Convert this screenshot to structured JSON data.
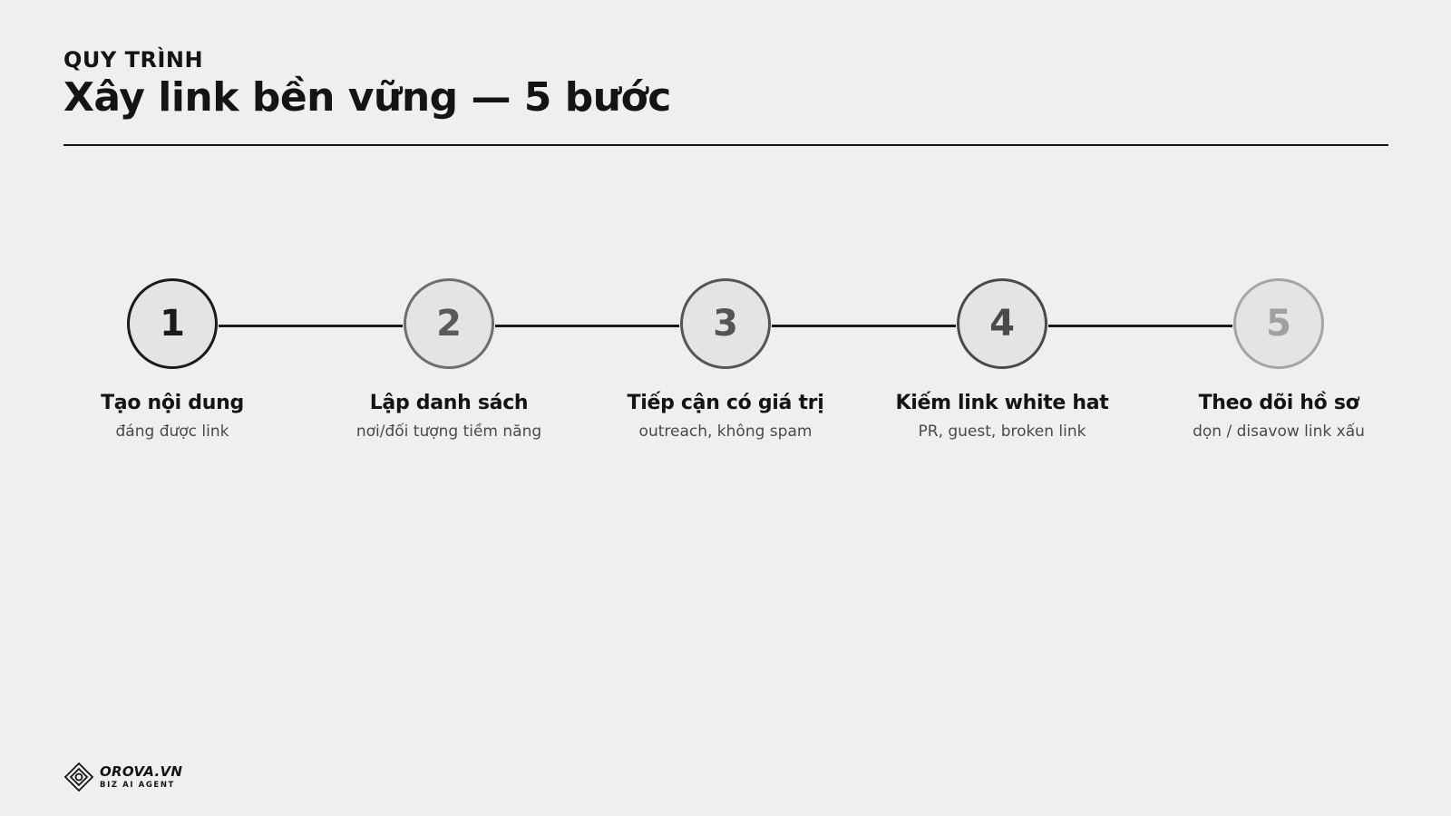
{
  "header": {
    "eyebrow": "QUY TRÌNH",
    "title": "Xây link bền vững — 5 bước"
  },
  "steps": [
    {
      "number": "1",
      "title": "Tạo nội dung",
      "subtitle": "đáng được link",
      "border_color": "#1a1a1a",
      "number_color": "#1a1a1a"
    },
    {
      "number": "2",
      "title": "Lập danh sách",
      "subtitle": "nơi/đối tượng tiềm năng",
      "border_color": "#6e6e6e",
      "number_color": "#5a5a5a"
    },
    {
      "number": "3",
      "title": "Tiếp cận có giá trị",
      "subtitle": "outreach, không spam",
      "border_color": "#555555",
      "number_color": "#555555"
    },
    {
      "number": "4",
      "title": "Kiếm link white hat",
      "subtitle": "PR, guest, broken link",
      "border_color": "#4a4a4a",
      "number_color": "#4a4a4a"
    },
    {
      "number": "5",
      "title": "Theo dõi hồ sơ",
      "subtitle": "dọn / disavow link xấu",
      "border_color": "#a5a5a5",
      "number_color": "#a0a0a0"
    }
  ],
  "footer": {
    "logo_name": "OROVA.VN",
    "logo_tagline": "BIZ AI AGENT"
  }
}
